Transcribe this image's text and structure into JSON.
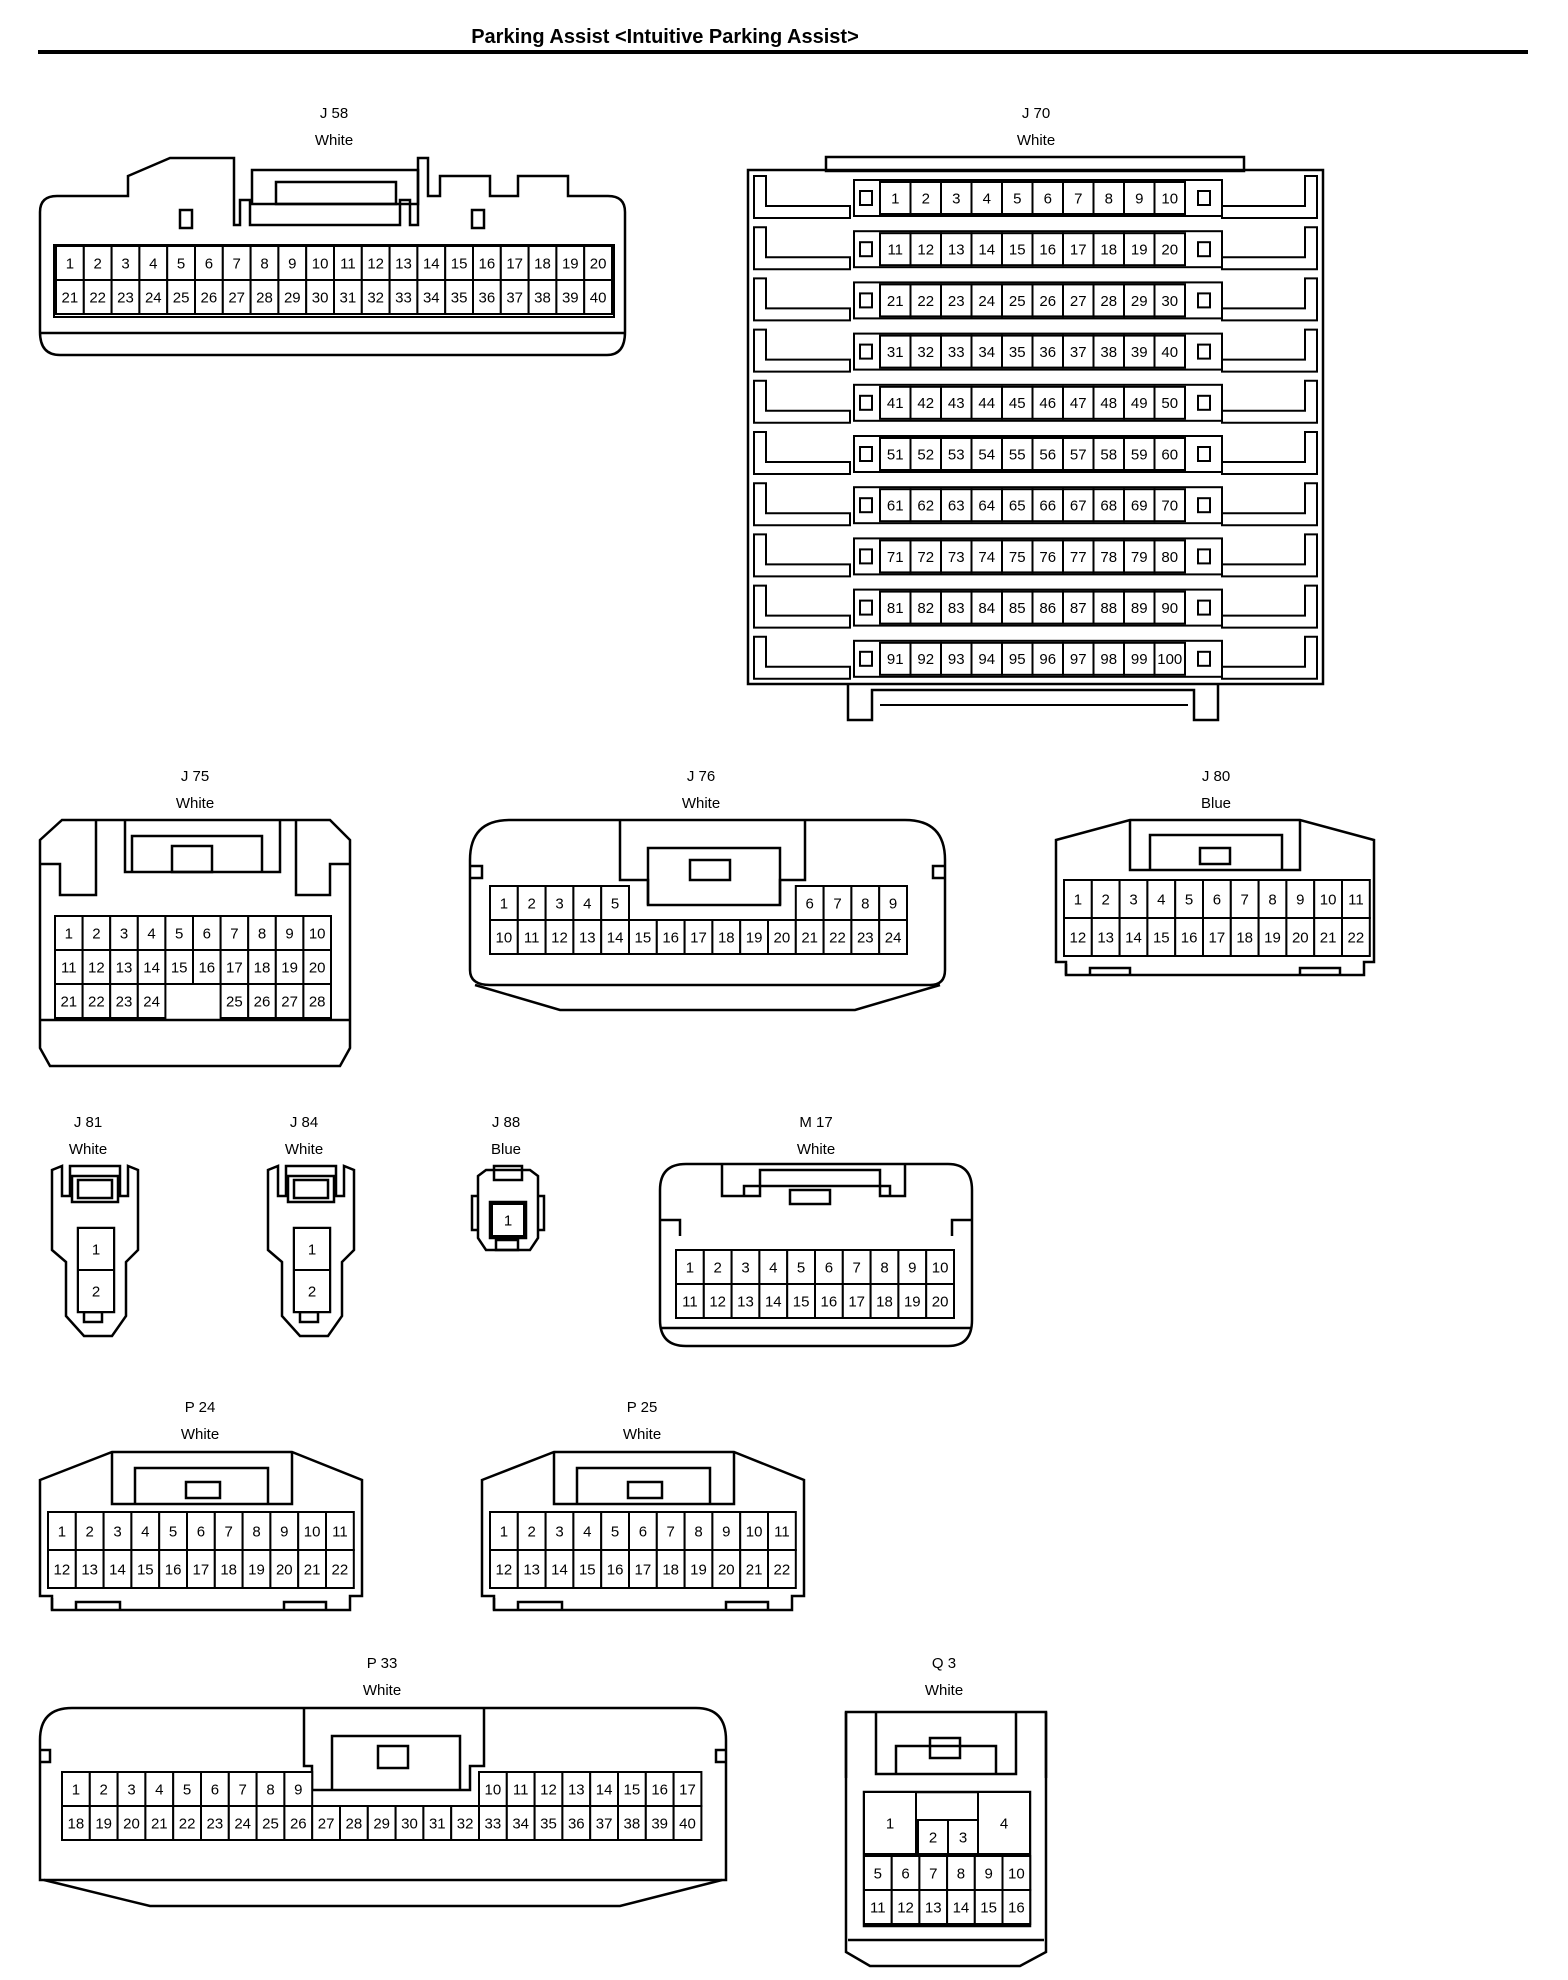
{
  "title": "Parking Assist <Intuitive Parking Assist>",
  "connectors": [
    {
      "id": "J 58",
      "color": "White",
      "rows": [
        [
          "1",
          "2",
          "3",
          "4",
          "5",
          "6",
          "7",
          "8",
          "9",
          "10",
          "11",
          "12",
          "13",
          "14",
          "15",
          "16",
          "17",
          "18",
          "19",
          "20"
        ],
        [
          "21",
          "22",
          "23",
          "24",
          "25",
          "26",
          "27",
          "28",
          "29",
          "30",
          "31",
          "32",
          "33",
          "34",
          "35",
          "36",
          "37",
          "38",
          "39",
          "40"
        ]
      ]
    },
    {
      "id": "J 70",
      "color": "White",
      "rows": [
        [
          "1",
          "2",
          "3",
          "4",
          "5",
          "6",
          "7",
          "8",
          "9",
          "10"
        ],
        [
          "11",
          "12",
          "13",
          "14",
          "15",
          "16",
          "17",
          "18",
          "19",
          "20"
        ],
        [
          "21",
          "22",
          "23",
          "24",
          "25",
          "26",
          "27",
          "28",
          "29",
          "30"
        ],
        [
          "31",
          "32",
          "33",
          "34",
          "35",
          "36",
          "37",
          "38",
          "39",
          "40"
        ],
        [
          "41",
          "42",
          "43",
          "44",
          "45",
          "46",
          "47",
          "48",
          "49",
          "50"
        ],
        [
          "51",
          "52",
          "53",
          "54",
          "55",
          "56",
          "57",
          "58",
          "59",
          "60"
        ],
        [
          "61",
          "62",
          "63",
          "64",
          "65",
          "66",
          "67",
          "68",
          "69",
          "70"
        ],
        [
          "71",
          "72",
          "73",
          "74",
          "75",
          "76",
          "77",
          "78",
          "79",
          "80"
        ],
        [
          "81",
          "82",
          "83",
          "84",
          "85",
          "86",
          "87",
          "88",
          "89",
          "90"
        ],
        [
          "91",
          "92",
          "93",
          "94",
          "95",
          "96",
          "97",
          "98",
          "99",
          "100"
        ]
      ]
    },
    {
      "id": "J 75",
      "color": "White",
      "rows": [
        [
          "1",
          "2",
          "3",
          "4",
          "5",
          "6",
          "7",
          "8",
          "9",
          "10"
        ],
        [
          "11",
          "12",
          "13",
          "14",
          "15",
          "16",
          "17",
          "18",
          "19",
          "20"
        ],
        [
          "21",
          "22",
          "23",
          "24",
          "",
          "",
          "25",
          "26",
          "27",
          "28"
        ]
      ]
    },
    {
      "id": "J 76",
      "color": "White",
      "rows": [
        [
          "1",
          "2",
          "3",
          "4",
          "5",
          "",
          "",
          "",
          "",
          "",
          "",
          "6",
          "7",
          "8",
          "9"
        ],
        [
          "10",
          "11",
          "12",
          "13",
          "14",
          "15",
          "16",
          "17",
          "18",
          "19",
          "20",
          "21",
          "22",
          "23",
          "24"
        ]
      ]
    },
    {
      "id": "J 80",
      "color": "Blue",
      "rows": [
        [
          "1",
          "2",
          "3",
          "4",
          "5",
          "6",
          "7",
          "8",
          "9",
          "10",
          "11"
        ],
        [
          "12",
          "13",
          "14",
          "15",
          "16",
          "17",
          "18",
          "19",
          "20",
          "21",
          "22"
        ]
      ]
    },
    {
      "id": "J 81",
      "color": "White",
      "rows": [
        [
          "1"
        ],
        [
          "2"
        ]
      ]
    },
    {
      "id": "J 84",
      "color": "White",
      "rows": [
        [
          "1"
        ],
        [
          "2"
        ]
      ]
    },
    {
      "id": "J 88",
      "color": "Blue",
      "rows": [
        [
          "1"
        ]
      ]
    },
    {
      "id": "M 17",
      "color": "White",
      "rows": [
        [
          "1",
          "2",
          "3",
          "4",
          "5",
          "6",
          "7",
          "8",
          "9",
          "10"
        ],
        [
          "11",
          "12",
          "13",
          "14",
          "15",
          "16",
          "17",
          "18",
          "19",
          "20"
        ]
      ]
    },
    {
      "id": "P 24",
      "color": "White",
      "rows": [
        [
          "1",
          "2",
          "3",
          "4",
          "5",
          "6",
          "7",
          "8",
          "9",
          "10",
          "11"
        ],
        [
          "12",
          "13",
          "14",
          "15",
          "16",
          "17",
          "18",
          "19",
          "20",
          "21",
          "22"
        ]
      ]
    },
    {
      "id": "P 25",
      "color": "White",
      "rows": [
        [
          "1",
          "2",
          "3",
          "4",
          "5",
          "6",
          "7",
          "8",
          "9",
          "10",
          "11"
        ],
        [
          "12",
          "13",
          "14",
          "15",
          "16",
          "17",
          "18",
          "19",
          "20",
          "21",
          "22"
        ]
      ]
    },
    {
      "id": "P 33",
      "color": "White",
      "rows": [
        [
          "1",
          "2",
          "3",
          "4",
          "5",
          "6",
          "7",
          "8",
          "9",
          "",
          "",
          "",
          "",
          "",
          "",
          "10",
          "11",
          "12",
          "13",
          "14",
          "15",
          "16",
          "17"
        ],
        [
          "18",
          "19",
          "20",
          "21",
          "22",
          "23",
          "24",
          "25",
          "26",
          "27",
          "28",
          "29",
          "30",
          "31",
          "32",
          "33",
          "34",
          "35",
          "36",
          "37",
          "38",
          "39",
          "40"
        ]
      ]
    },
    {
      "id": "Q 3",
      "color": "White",
      "rows": [
        [
          "1",
          "2",
          "3",
          "4"
        ],
        [
          "5",
          "6",
          "7",
          "8",
          "9",
          "10"
        ],
        [
          "11",
          "12",
          "13",
          "14",
          "15",
          "16"
        ]
      ]
    }
  ]
}
